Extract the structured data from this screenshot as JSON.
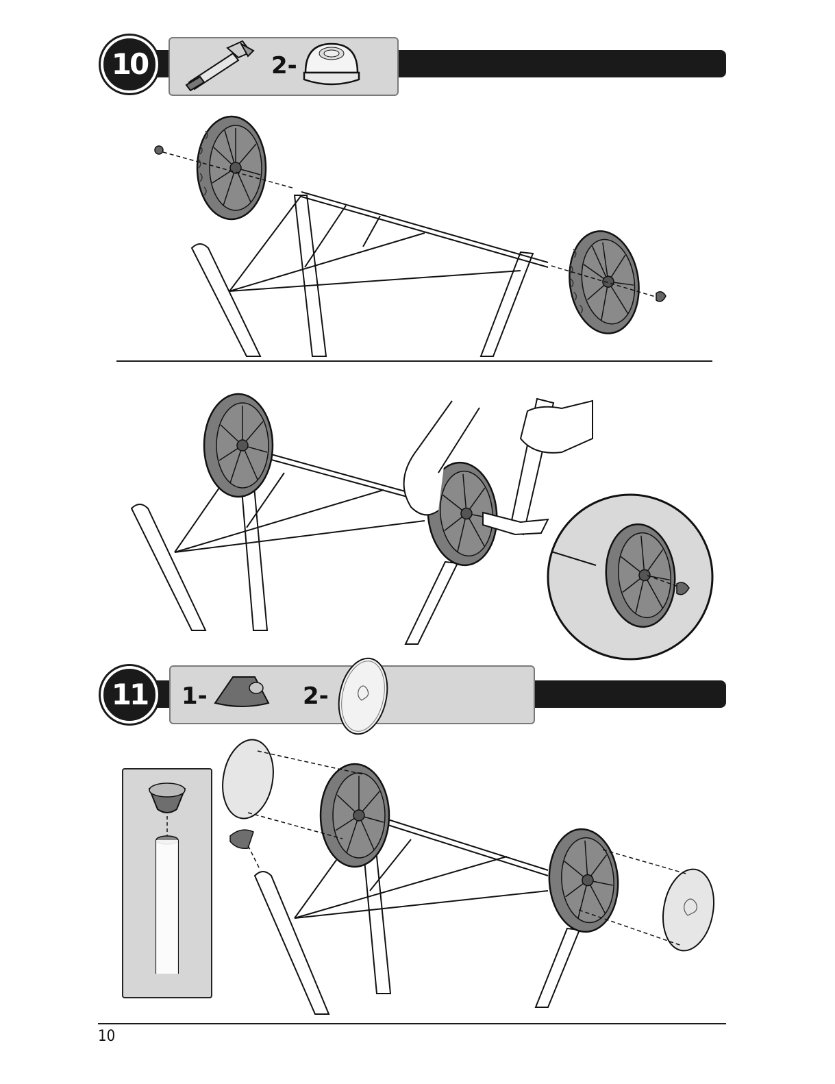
{
  "step10": {
    "number": "10",
    "parts": [
      {
        "icon": "hammer-icon",
        "qty": ""
      },
      {
        "icon": "hubcap-nut-icon",
        "qty": "2-"
      }
    ]
  },
  "step11": {
    "number": "11",
    "parts": [
      {
        "icon": "leg-cap-icon",
        "qty": "1-"
      },
      {
        "icon": "wheel-cover-icon",
        "qty": "2-"
      }
    ]
  },
  "footer": {
    "page_number": "10"
  }
}
